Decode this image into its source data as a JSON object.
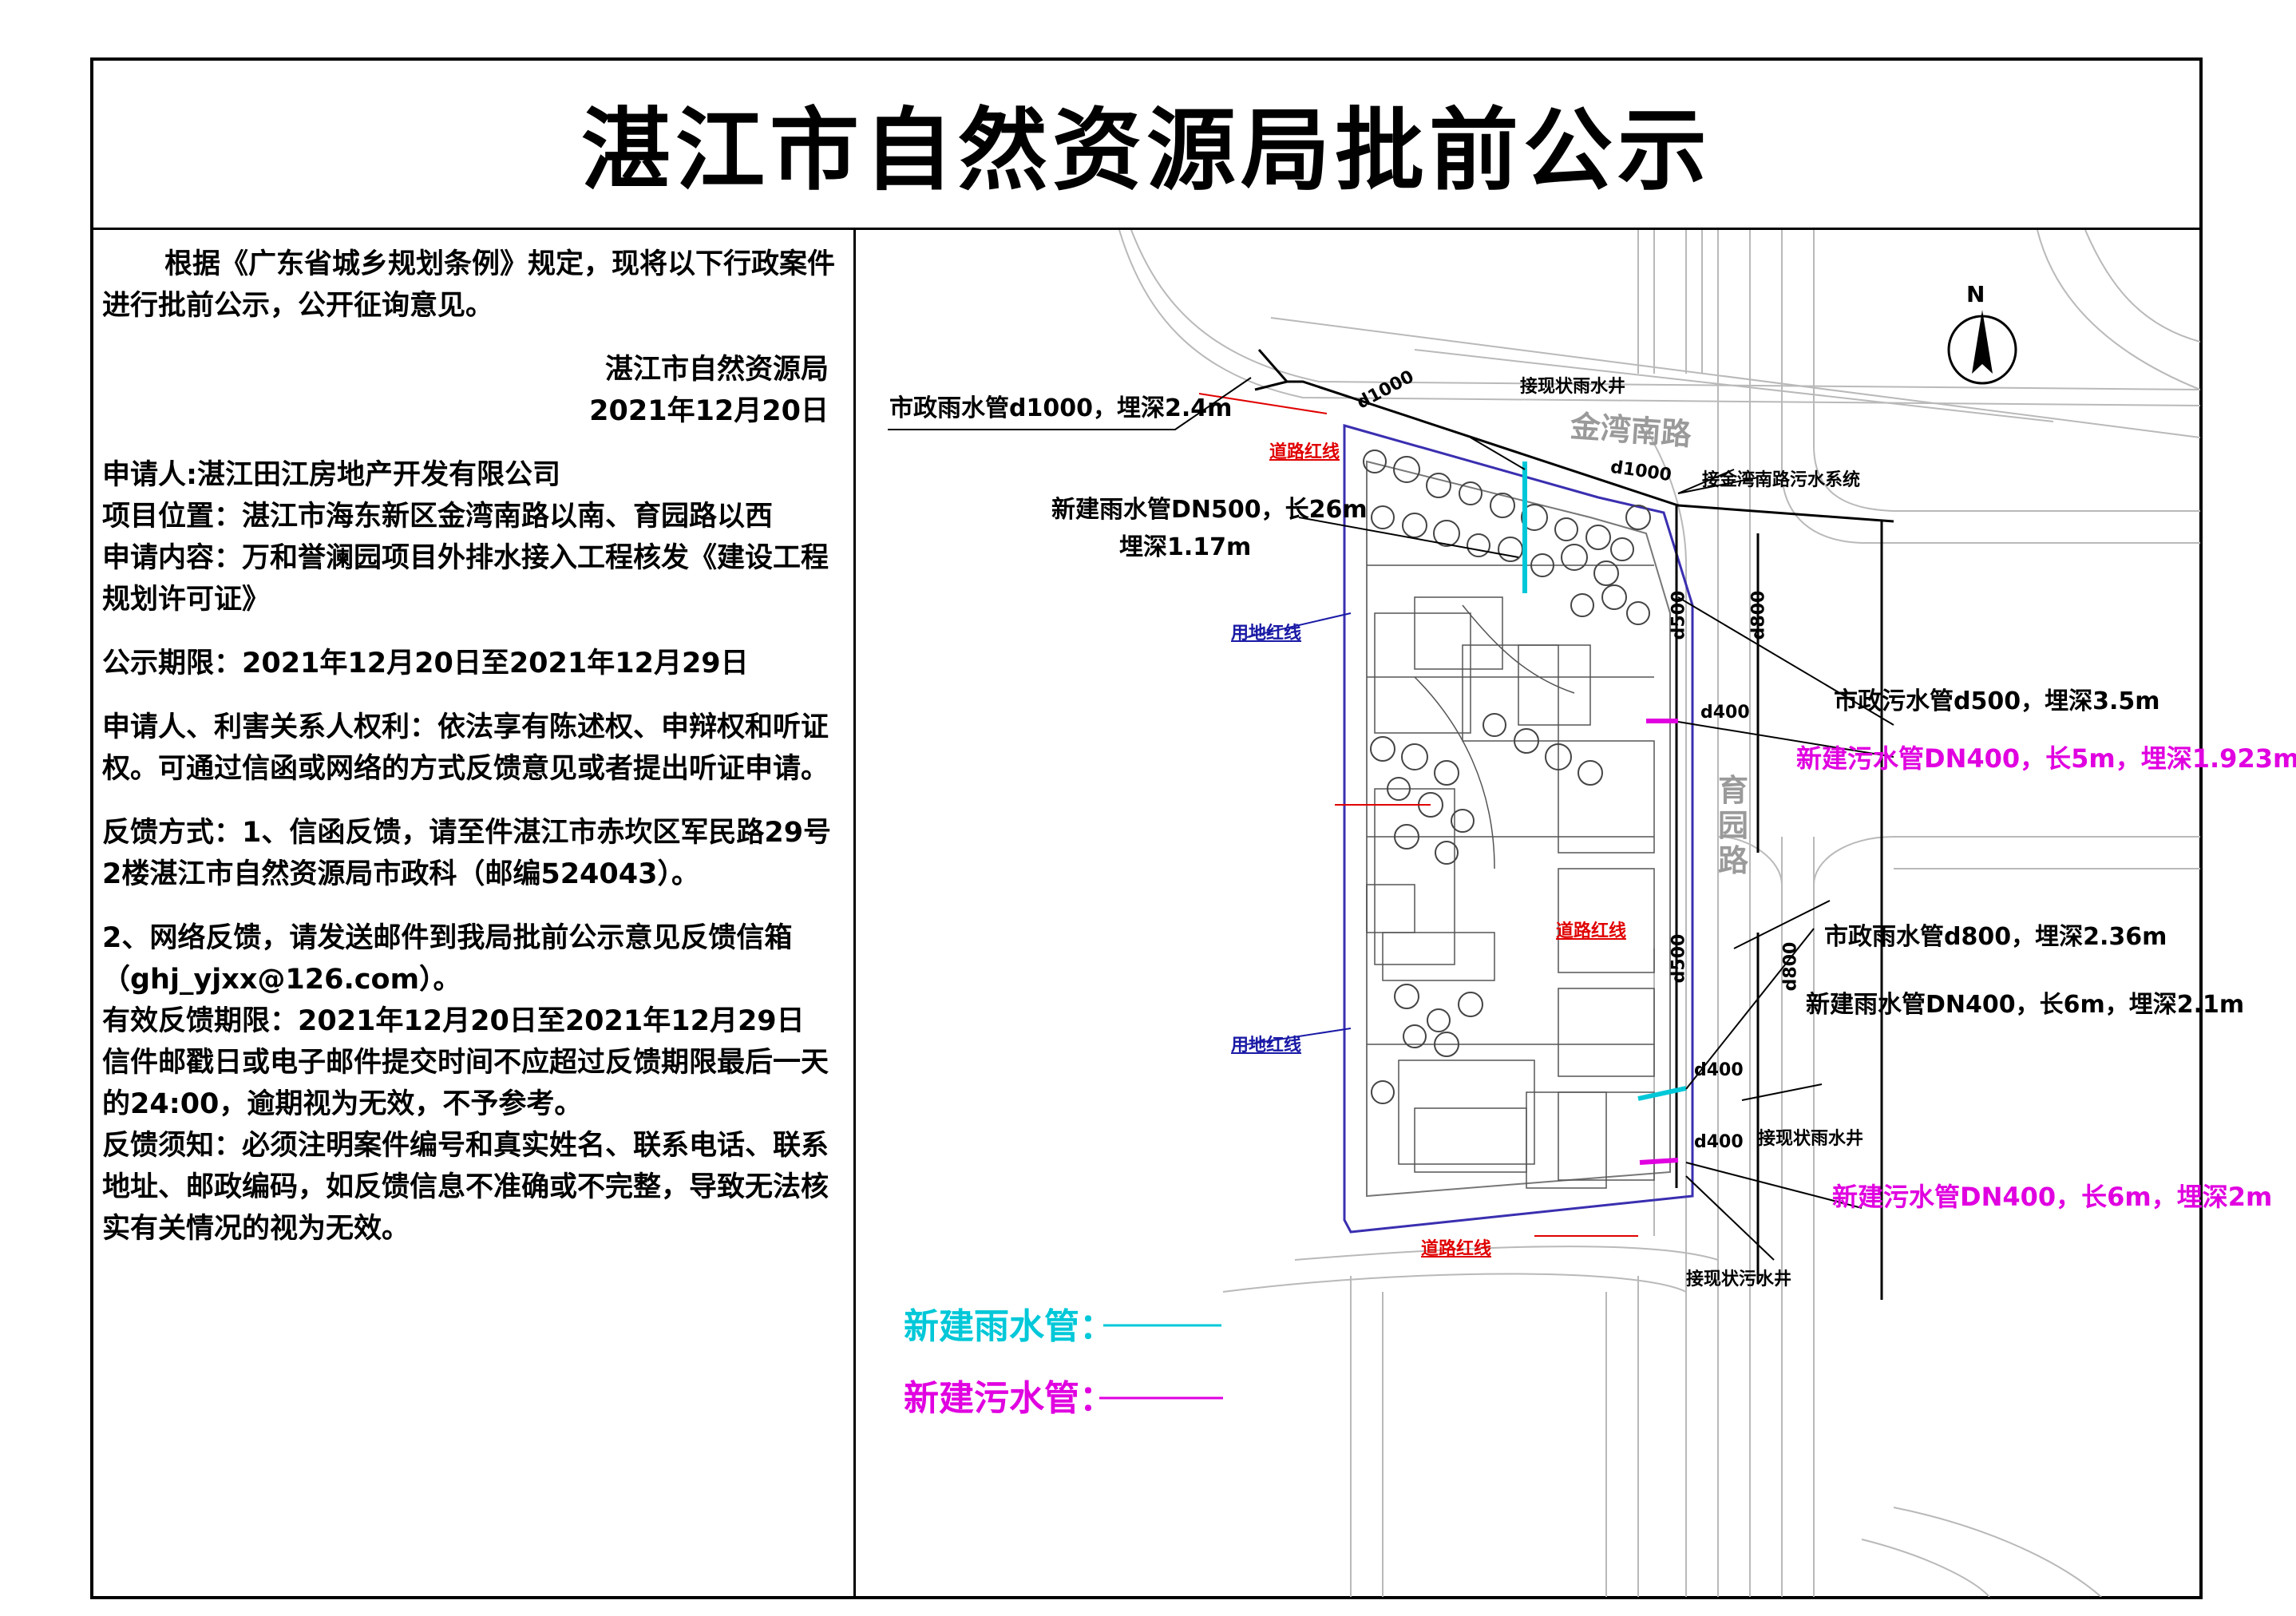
{
  "document": {
    "title": "湛江市自然资源局批前公示",
    "notice": {
      "intro": "根据《广东省城乡规划条例》规定，现将以下行政案件进行批前公示，公开征询意见。",
      "issuer": "湛江市自然资源局",
      "issue_date": "2021年12月20日",
      "applicant": "申请人:湛江田江房地产开发有限公司",
      "location": "项目位置：湛江市海东新区金湾南路以南、育园路以西",
      "content": "申请内容：万和誉澜园项目外排水接入工程核发《建设工程规划许可证》",
      "period": "公示期限：2021年12月20日至2021年12月29日",
      "rights": "申请人、利害关系人权利：依法享有陈述权、申辩权和听证权。可通过信函或网络的方式反馈意见或者提出听证申请。",
      "feedback_mail": "反馈方式：1、信函反馈，请至件湛江市赤坎区军民路29号2楼湛江市自然资源局市政科（邮编524043）。",
      "feedback_email": "2、网络反馈，请发送邮件到我局批前公示意见反馈信箱（ghj_yjxx@126.com）。",
      "deadline": "有效反馈期限：2021年12月20日至2021年12月29日",
      "postmark": "信件邮戳日或电子邮件提交时间不应超过反馈期限最后一天的24:00，逾期视为无效，不予参考。",
      "requirements": "反馈须知：必须注明案件编号和真实姓名、联系电话、联系地址、邮政编码，如反馈信息不准确或不完整，导致无法核实有关情况的视为无效。"
    }
  },
  "plan": {
    "north": "N",
    "roads": {
      "jinwan": "金湾南路",
      "yuyuan": "育园路"
    },
    "labels": {
      "rain_d1000": "市政雨水管d1000，埋深2.4m",
      "d1000_a": "d1000",
      "d1000_b": "d1000",
      "well_rain_top": "接现状雨水井",
      "sewer_jinwan": "接金湾南路污水系统",
      "road_red_1": "道路红线",
      "new_rain_dn500_a": "新建雨水管DN500，长26m",
      "new_rain_dn500_b": "埋深1.17m",
      "land_red_1": "用地红线",
      "d500_a": "d500",
      "d800_a": "d800",
      "sewer_d500": "市政污水管d500，埋深3.5m",
      "d400_a": "d400",
      "new_sewer_5m": "新建污水管DN400，长5m，埋深1.923m",
      "road_red_2": "道路红线",
      "rain_d800": "市政雨水管d800，埋深2.36m",
      "d500_b": "d500",
      "d800_b": "d800",
      "new_rain_dn400": "新建雨水管DN400，长6m，埋深2.1m",
      "land_red_2": "用地红线",
      "d400_b": "d400",
      "well_rain_bottom": "接现状雨水井",
      "d400_c": "d400",
      "new_sewer_6m": "新建污水管DN400，长6m，埋深2m",
      "road_red_3": "道路红线",
      "well_sewer": "接现状污水井"
    },
    "legend": {
      "rain": "新建雨水管：",
      "sewer": "新建污水管："
    },
    "colors": {
      "rain": "#00c8d8",
      "sewer": "#e000e0",
      "land_line": "#3a2fb0",
      "road_line": "#e00000"
    }
  }
}
